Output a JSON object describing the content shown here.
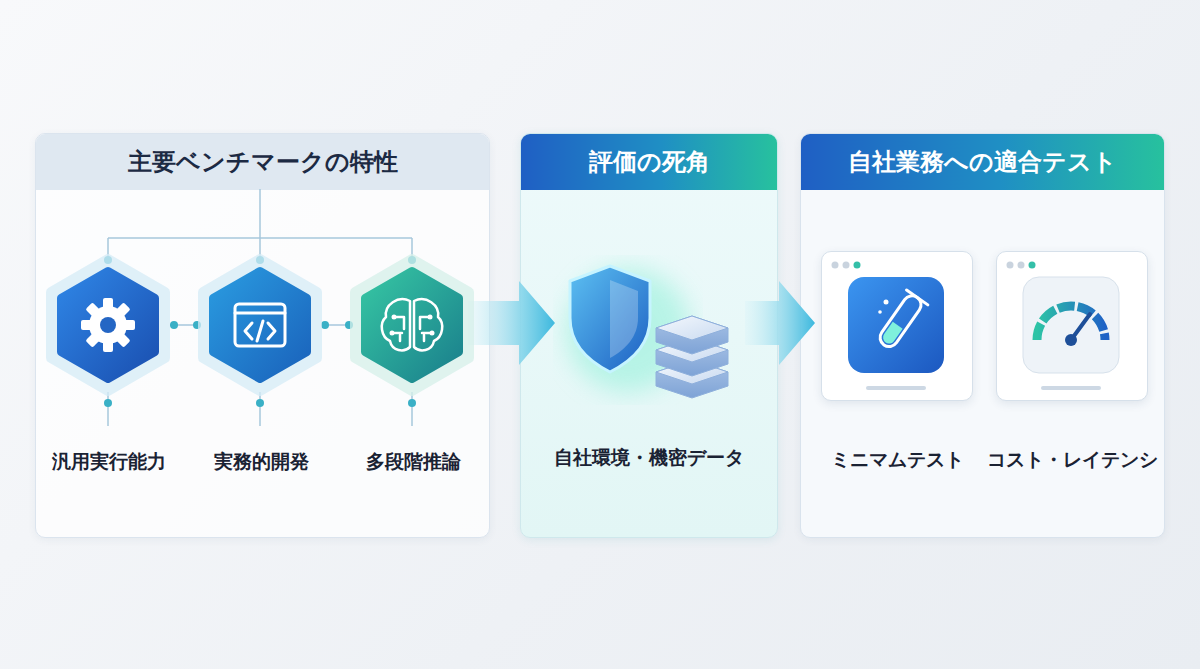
{
  "diagram": {
    "nodes": [
      {
        "text": [
          "主要ベンチマークの特性"
        ]
      },
      {
        "text": [
          "汎用実行能力"
        ],
        "in": 0
      },
      {
        "text": [
          "実務的開発"
        ],
        "in": 0
      },
      {
        "text": [
          "多段階推論"
        ],
        "in": 0
      },
      {
        "text": [
          "評価の死角",
          "自社環境・機密データ"
        ]
      },
      {
        "text": [
          "自社業務への適合テスト"
        ]
      },
      {
        "text": [
          "ミニマムテスト"
        ],
        "in": 5
      },
      {
        "text": [
          "コスト・レイテンシ"
        ],
        "in": 5
      }
    ],
    "edges": [
      {
        "from": 0,
        "to": 4,
        "arrow": "to"
      },
      {
        "from": 4,
        "to": 5,
        "arrow": "to"
      },
      {
        "from": 1,
        "to": 2,
        "arrow": "none"
      },
      {
        "from": 2,
        "to": 3,
        "arrow": "none"
      }
    ]
  }
}
